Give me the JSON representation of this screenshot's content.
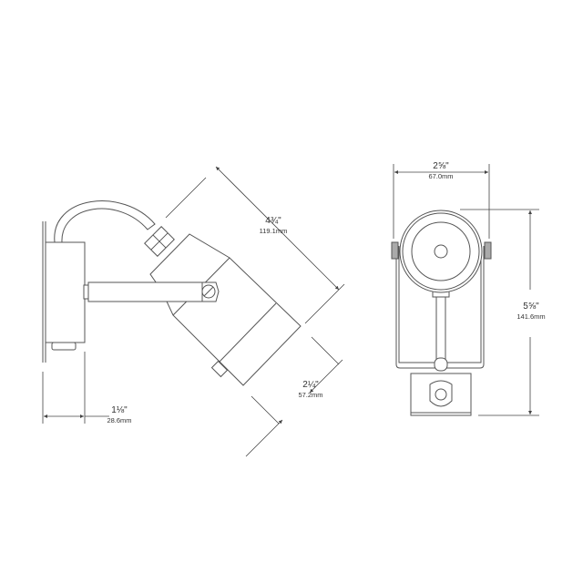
{
  "dimensions": {
    "side_length": {
      "imperial": "4¾\"",
      "metric": "119.1mm"
    },
    "side_diameter": {
      "imperial": "2¼\"",
      "metric": "57.2mm"
    },
    "side_depth": {
      "imperial": "1⅛\"",
      "metric": "28.6mm"
    },
    "front_width": {
      "imperial": "2⅝\"",
      "metric": "67.0mm"
    },
    "front_height": {
      "imperial": "5⅝\"",
      "metric": "141.6mm"
    }
  },
  "colors": {
    "line": "#555555",
    "background": "#ffffff"
  }
}
